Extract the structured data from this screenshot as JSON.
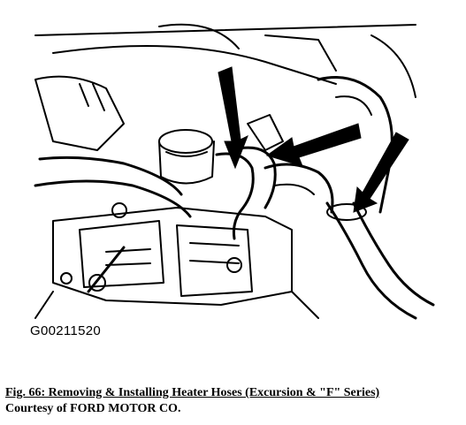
{
  "figure": {
    "code": "G00211520",
    "caption": "Fig. 66: Removing & Installing Heater Hoses (Excursion & \"F\" Series)",
    "credit": "Courtesy of FORD MOTOR CO."
  },
  "icons": {
    "illustration": "engine-bay-line-drawing",
    "arrow": "arrow-callout-icon"
  }
}
